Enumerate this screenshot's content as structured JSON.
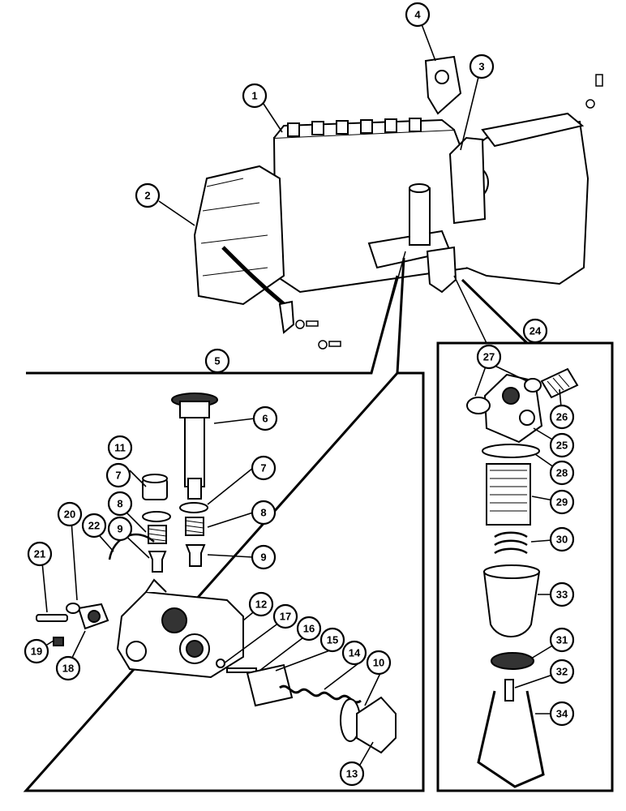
{
  "callouts": [
    {
      "id": "c1",
      "label": "1"
    },
    {
      "id": "c2",
      "label": "2"
    },
    {
      "id": "c3",
      "label": "3"
    },
    {
      "id": "c4",
      "label": "4"
    },
    {
      "id": "c5",
      "label": "5"
    },
    {
      "id": "c6",
      "label": "6"
    },
    {
      "id": "c7a",
      "label": "7"
    },
    {
      "id": "c7b",
      "label": "7"
    },
    {
      "id": "c8a",
      "label": "8"
    },
    {
      "id": "c8b",
      "label": "8"
    },
    {
      "id": "c9a",
      "label": "9"
    },
    {
      "id": "c9b",
      "label": "9"
    },
    {
      "id": "c10",
      "label": "10"
    },
    {
      "id": "c11",
      "label": "11"
    },
    {
      "id": "c12",
      "label": "12"
    },
    {
      "id": "c13",
      "label": "13"
    },
    {
      "id": "c14",
      "label": "14"
    },
    {
      "id": "c15",
      "label": "15"
    },
    {
      "id": "c16",
      "label": "16"
    },
    {
      "id": "c17",
      "label": "17"
    },
    {
      "id": "c18",
      "label": "18"
    },
    {
      "id": "c19",
      "label": "19"
    },
    {
      "id": "c20",
      "label": "20"
    },
    {
      "id": "c21",
      "label": "21"
    },
    {
      "id": "c22",
      "label": "22"
    },
    {
      "id": "c24",
      "label": "24"
    },
    {
      "id": "c25",
      "label": "25"
    },
    {
      "id": "c26",
      "label": "26"
    },
    {
      "id": "c27",
      "label": "27"
    },
    {
      "id": "c28",
      "label": "28"
    },
    {
      "id": "c29",
      "label": "29"
    },
    {
      "id": "c30",
      "label": "30"
    },
    {
      "id": "c31",
      "label": "31"
    },
    {
      "id": "c32",
      "label": "32"
    },
    {
      "id": "c33",
      "label": "33"
    },
    {
      "id": "c34",
      "label": "34"
    }
  ],
  "figure": {
    "line_color": "#000000",
    "background": "#ffffff"
  }
}
